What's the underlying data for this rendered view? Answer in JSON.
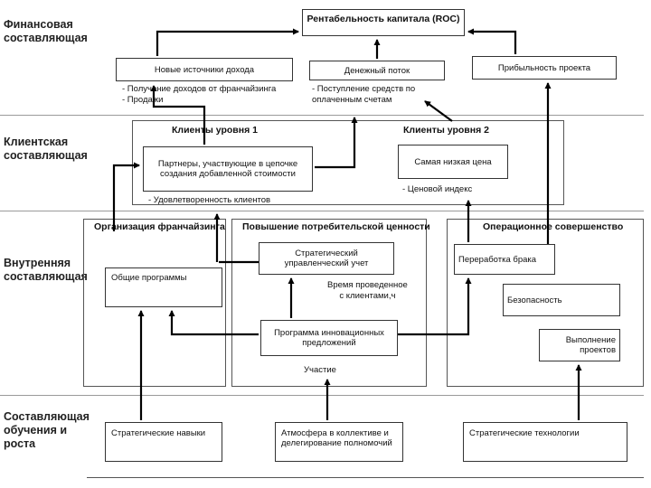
{
  "sections": {
    "financial": "Финансовая\nсоставляющая",
    "client": "Клиентская\nсоставляющая",
    "internal": "Внутренняя\nсоставляющая",
    "learning": "Составляющая\nобучения и\nроста"
  },
  "financial": {
    "roc": "Рентабельность капитала (ROC)",
    "new_income": "Новые источники дохода",
    "cash_flow": "Денежный поток",
    "project_profit": "Прибыльность проекта",
    "note_income": "- Получение доходов от франчайзинга\n- Продажи",
    "note_cash": "- Поступление средств по\nоплаченным счетам"
  },
  "client": {
    "level1_title": "Клиенты уровня 1",
    "level2_title": "Клиенты уровня 2",
    "partners": "Партнеры, участвующие в цепочке\nсоздания добавленной стоимости",
    "lowest_price": "Самая низкая цена",
    "satisfaction": "- Удовлетворенность клиентов",
    "price_index": "- Ценовой индекс"
  },
  "internal": {
    "franchising_title": "Организация франчайзинга",
    "value_title": "Повышение потребительской ценности",
    "operational_title": "Операционное совершенство",
    "general_programs": "Общие программы",
    "strategic_accounting": "Стратегический\nуправленческий учет",
    "client_time": "Время проведенное\nс клиентами,ч",
    "innovation_program": "Программа инновационных\nпредложений",
    "participation": "Участие",
    "rework": "Переработка брака",
    "safety": "Безопасность",
    "project_completion": "Выполнение\nпроектов"
  },
  "learning": {
    "strategic_skills": "Стратегические навыки",
    "atmosphere": "Атмосфера в коллективе и\nделегирование полномочий",
    "strategic_tech": "Стратегические технологии"
  }
}
